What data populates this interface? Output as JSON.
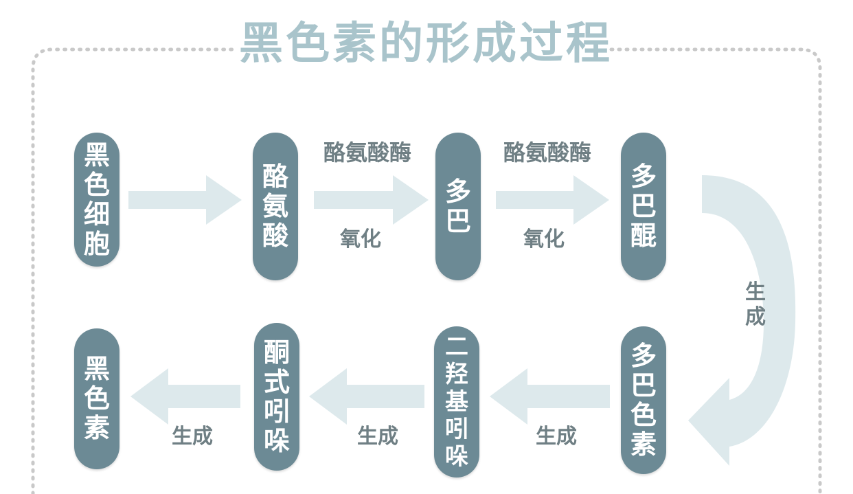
{
  "title": "黑色素的形成过程",
  "colors": {
    "pill": "#6c8a95",
    "arrow": "#dde9ec",
    "title": "#a9c4cb",
    "label": "#6f7f84",
    "border": "#c9c9c9"
  },
  "nodes": {
    "melanocyte": "黑色细胞",
    "tyrosine": "酪氨酸",
    "dopa": "多巴",
    "dopaquinone": "多巴醌",
    "dopachrome": "多巴色素",
    "dihydroxyindole": "二羟基吲哚",
    "indolequinone": "酮式吲哚",
    "melanin": "黑色素"
  },
  "labels": {
    "enzyme1": "酪氨酸酶",
    "oxidation1": "氧化",
    "enzyme2": "酪氨酸酶",
    "oxidation2": "氧化",
    "curve_generate": "生成",
    "generate1": "生成",
    "generate2": "生成",
    "generate3": "生成"
  }
}
